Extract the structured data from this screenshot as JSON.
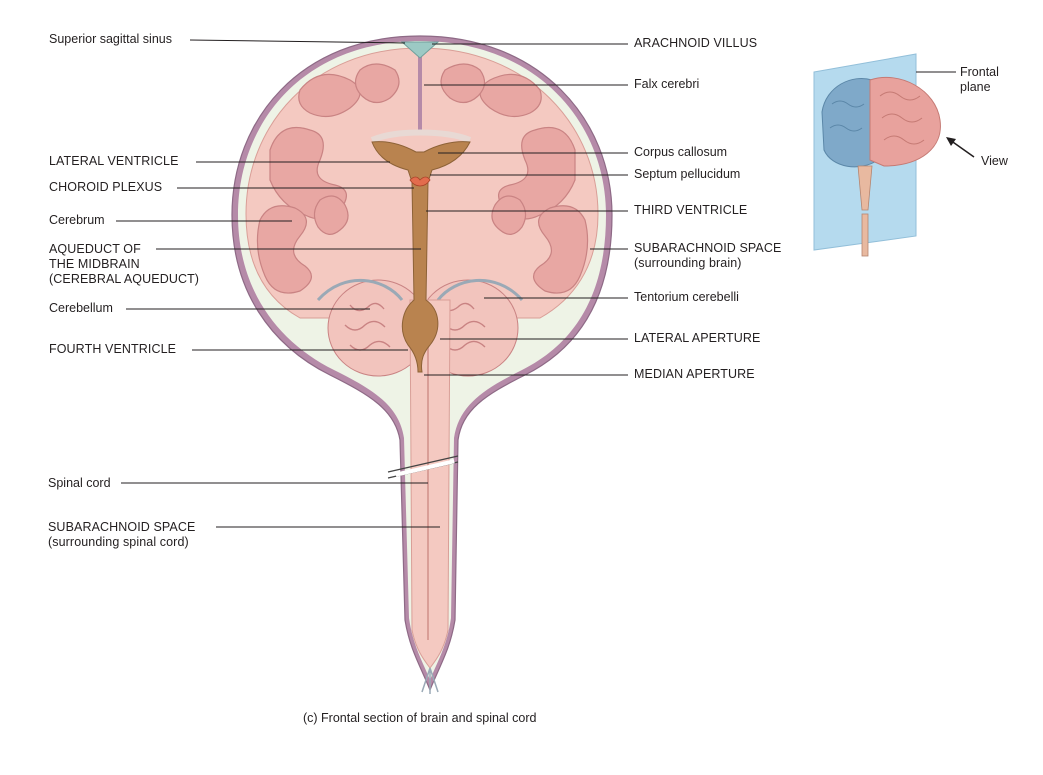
{
  "labels_left": [
    {
      "key": "superior_sagittal_sinus",
      "lines": [
        "Superior sagittal sinus"
      ]
    },
    {
      "key": "lateral_ventricle",
      "lines": [
        "LATERAL VENTRICLE"
      ]
    },
    {
      "key": "choroid_plexus",
      "lines": [
        "CHOROID PLEXUS"
      ]
    },
    {
      "key": "cerebrum",
      "lines": [
        "Cerebrum"
      ]
    },
    {
      "key": "aqueduct",
      "lines": [
        "AQUEDUCT OF",
        "THE MIDBRAIN",
        "(CEREBRAL AQUEDUCT)"
      ]
    },
    {
      "key": "cerebellum",
      "lines": [
        "Cerebellum"
      ]
    },
    {
      "key": "fourth_ventricle",
      "lines": [
        "FOURTH VENTRICLE"
      ]
    },
    {
      "key": "spinal_cord",
      "lines": [
        "Spinal cord"
      ]
    },
    {
      "key": "subarachnoid_spinal",
      "lines": [
        "SUBARACHNOID SPACE",
        "(surrounding spinal cord)"
      ]
    }
  ],
  "labels_right": [
    {
      "key": "arachnoid_villus",
      "lines": [
        "ARACHNOID VILLUS"
      ]
    },
    {
      "key": "falx_cerebri",
      "lines": [
        "Falx cerebri"
      ]
    },
    {
      "key": "corpus_callosum",
      "lines": [
        "Corpus callosum"
      ]
    },
    {
      "key": "septum_pellucidum",
      "lines": [
        "Septum pellucidum"
      ]
    },
    {
      "key": "third_ventricle",
      "lines": [
        "THIRD VENTRICLE"
      ]
    },
    {
      "key": "subarachnoid_brain",
      "lines": [
        "SUBARACHNOID SPACE",
        "(surrounding brain)"
      ]
    },
    {
      "key": "tentorium_cerebelli",
      "lines": [
        "Tentorium cerebelli"
      ]
    },
    {
      "key": "lateral_aperture",
      "lines": [
        "LATERAL APERTURE"
      ]
    },
    {
      "key": "median_aperture",
      "lines": [
        "MEDIAN APERTURE"
      ]
    }
  ],
  "inset": {
    "frontal_plane": [
      "Frontal",
      "plane"
    ],
    "view": "View"
  },
  "caption": "(c) Frontal section of brain and spinal cord",
  "colors": {
    "tissue": "#f4c9c1",
    "gyri": "#e8a7a3",
    "gyri_edge": "#c98383",
    "meninges": "#b58aa8",
    "csf_space": "#eef3e6",
    "ventricle": "#b9834f",
    "sinus": "#9cc9c4",
    "plane": "#a9d4ec",
    "brain_blue": "#7fa9c9",
    "brain_pink": "#e8a29d"
  }
}
